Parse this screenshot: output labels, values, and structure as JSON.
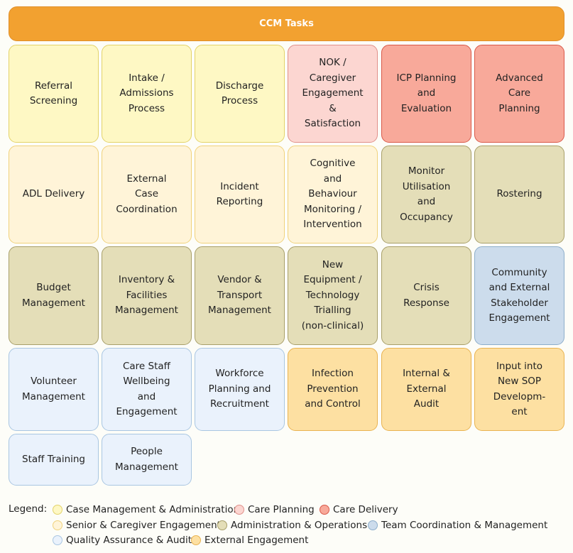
{
  "header": {
    "title": "CCM Tasks"
  },
  "categories": {
    "case_mgmt": {
      "label": "Case Management & Administration",
      "fill": "#fef8c4",
      "border": "#e3d36a"
    },
    "care_plan": {
      "label": "Care Planning",
      "fill": "#fcd6d1",
      "border": "#e0908a"
    },
    "care_deliv": {
      "label": "Care Delivery",
      "fill": "#f8a99a",
      "border": "#d9594a"
    },
    "senior": {
      "label": "Senior & Caregiver Engagement",
      "fill": "#fff4d8",
      "border": "#f0d27c"
    },
    "admin_ops": {
      "label": "Administration & Operations",
      "fill": "#e4deb8",
      "border": "#a89f6a"
    },
    "team_coord": {
      "label": "Team Coordination & Management",
      "fill": "#ccdcec",
      "border": "#8daecb"
    },
    "quality": {
      "label": "Quality Assurance & Audit",
      "fill": "#eaf2fc",
      "border": "#a9c6e2"
    },
    "external": {
      "label": "External Engagement",
      "fill": "#fde0a2",
      "border": "#e9b351"
    }
  },
  "legend": {
    "title": "Legend:",
    "items": [
      "case_mgmt",
      "care_plan",
      "care_deliv",
      "senior",
      "admin_ops",
      "team_coord",
      "quality",
      "external"
    ]
  },
  "tasks": [
    {
      "label": "Referral\nScreening",
      "cat": "case_mgmt"
    },
    {
      "label": "Intake /\nAdmissions\nProcess",
      "cat": "case_mgmt"
    },
    {
      "label": "Discharge\nProcess",
      "cat": "case_mgmt"
    },
    {
      "label": "NOK /\nCaregiver\nEngagement\n&\nSatisfaction",
      "cat": "care_plan"
    },
    {
      "label": "ICP Planning\nand\nEvaluation",
      "cat": "care_deliv"
    },
    {
      "label": "Advanced\nCare\nPlanning",
      "cat": "care_deliv"
    },
    {
      "label": "ADL Delivery",
      "cat": "senior"
    },
    {
      "label": "External\nCase\nCoordination",
      "cat": "senior"
    },
    {
      "label": "Incident\nReporting",
      "cat": "senior"
    },
    {
      "label": "Cognitive\nand\nBehaviour\nMonitoring /\nIntervention",
      "cat": "senior"
    },
    {
      "label": "Monitor\nUtilisation\nand\nOccupancy",
      "cat": "admin_ops"
    },
    {
      "label": "Rostering",
      "cat": "admin_ops"
    },
    {
      "label": "Budget\nManagement",
      "cat": "admin_ops"
    },
    {
      "label": "Inventory &\nFacilities\nManagement",
      "cat": "admin_ops"
    },
    {
      "label": "Vendor &\nTransport\nManagement",
      "cat": "admin_ops"
    },
    {
      "label": "New\nEquipment /\nTechnology\nTrialling\n(non-clinical)",
      "cat": "admin_ops"
    },
    {
      "label": "Crisis\nResponse",
      "cat": "admin_ops"
    },
    {
      "label": "Community\nand External\nStakeholder\nEngagement",
      "cat": "team_coord"
    },
    {
      "label": "Volunteer\nManagement",
      "cat": "quality"
    },
    {
      "label": "Care Staff\nWellbeing\nand\nEngagement",
      "cat": "quality"
    },
    {
      "label": "Workforce\nPlanning and\nRecruitment",
      "cat": "quality"
    },
    {
      "label": "Infection\nPrevention\nand Control",
      "cat": "external"
    },
    {
      "label": "Internal &\nExternal\nAudit",
      "cat": "external"
    },
    {
      "label": "Input into\nNew SOP\nDevelopm-\nent",
      "cat": "external"
    },
    {
      "label": "Staff Training",
      "cat": "quality"
    },
    {
      "label": "People\nManagement",
      "cat": "quality"
    }
  ]
}
